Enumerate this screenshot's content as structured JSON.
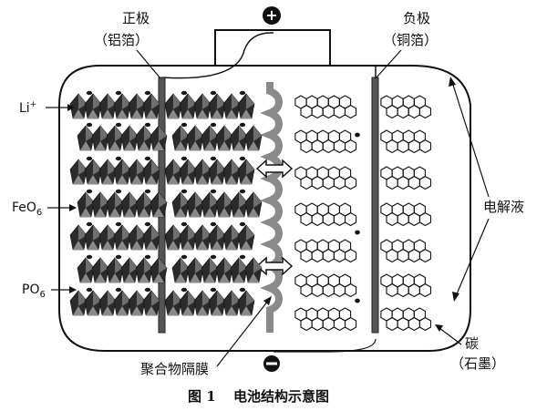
{
  "labels": {
    "positive_electrode": "正极",
    "positive_material": "（铝箔）",
    "negative_electrode": "负极",
    "negative_material": "（铜箔）",
    "li_ion": "Li",
    "li_sup": "+",
    "feo": "FeO",
    "feo_sub": "6",
    "po": "PO",
    "po_sub": "6",
    "electrolyte": "电解液",
    "separator": "聚合物隔膜",
    "carbon": "碳",
    "carbon_material": "（石墨）",
    "plus_sign": "+",
    "minus_sign": "−"
  },
  "caption": {
    "figure_no": "图 1",
    "title": "电池结构示意图"
  },
  "colors": {
    "line": "#111111",
    "electrode": "#555555",
    "octa_dark": "#2b2b2b",
    "octa_mid": "#7a7a7a",
    "separator": "#9a9a9a"
  }
}
